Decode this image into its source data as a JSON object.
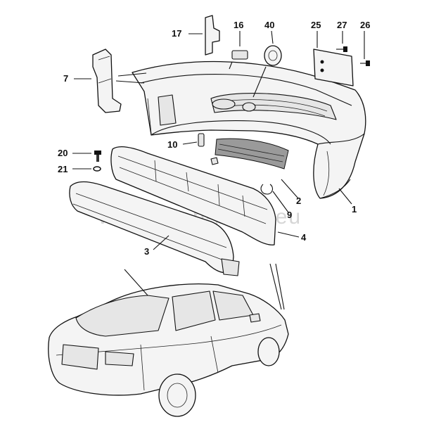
{
  "watermark": "www.saab-parts.eu",
  "callouts": [
    {
      "id": "c1",
      "label": "1"
    },
    {
      "id": "c2",
      "label": "2"
    },
    {
      "id": "c3",
      "label": "3"
    },
    {
      "id": "c4",
      "label": "4"
    },
    {
      "id": "c7",
      "label": "7"
    },
    {
      "id": "c9",
      "label": "9"
    },
    {
      "id": "c10",
      "label": "10"
    },
    {
      "id": "c16",
      "label": "16"
    },
    {
      "id": "c17",
      "label": "17"
    },
    {
      "id": "c20",
      "label": "20"
    },
    {
      "id": "c21",
      "label": "21"
    },
    {
      "id": "c25",
      "label": "25"
    },
    {
      "id": "c26",
      "label": "26"
    },
    {
      "id": "c27",
      "label": "27"
    },
    {
      "id": "c40",
      "label": "40"
    }
  ]
}
